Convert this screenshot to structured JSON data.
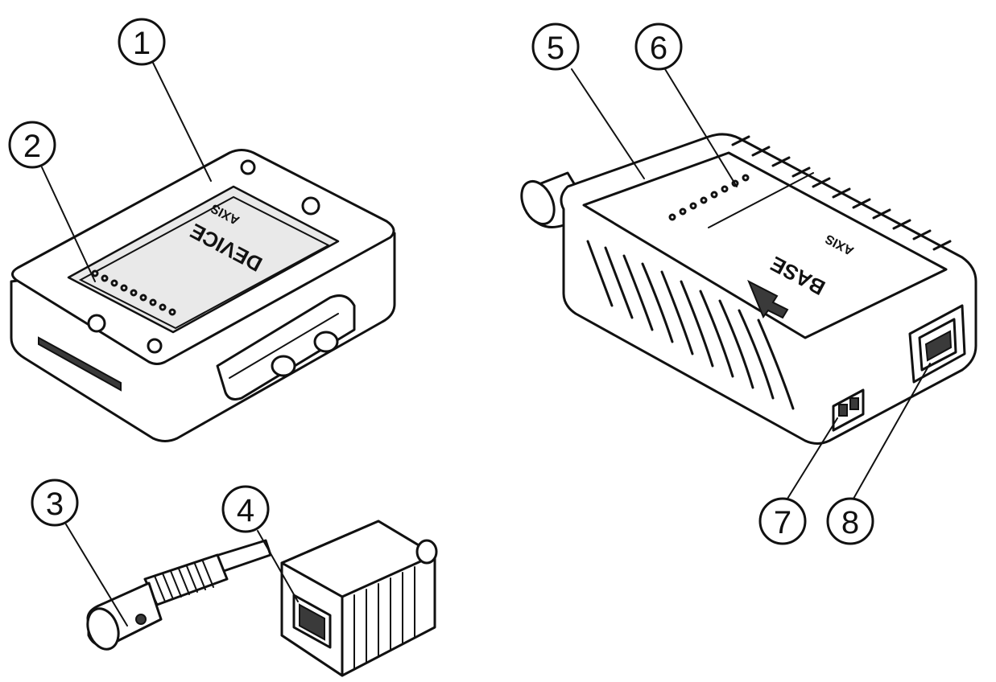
{
  "callouts": [
    {
      "id": "1",
      "label": "1"
    },
    {
      "id": "2",
      "label": "2"
    },
    {
      "id": "3",
      "label": "3"
    },
    {
      "id": "4",
      "label": "4"
    },
    {
      "id": "5",
      "label": "5"
    },
    {
      "id": "6",
      "label": "6"
    },
    {
      "id": "7",
      "label": "7"
    },
    {
      "id": "8",
      "label": "8"
    }
  ],
  "device_unit": {
    "brand": "AXIS",
    "name": "DEVICE"
  },
  "base_unit": {
    "brand": "AXIS",
    "name": "BASE"
  }
}
